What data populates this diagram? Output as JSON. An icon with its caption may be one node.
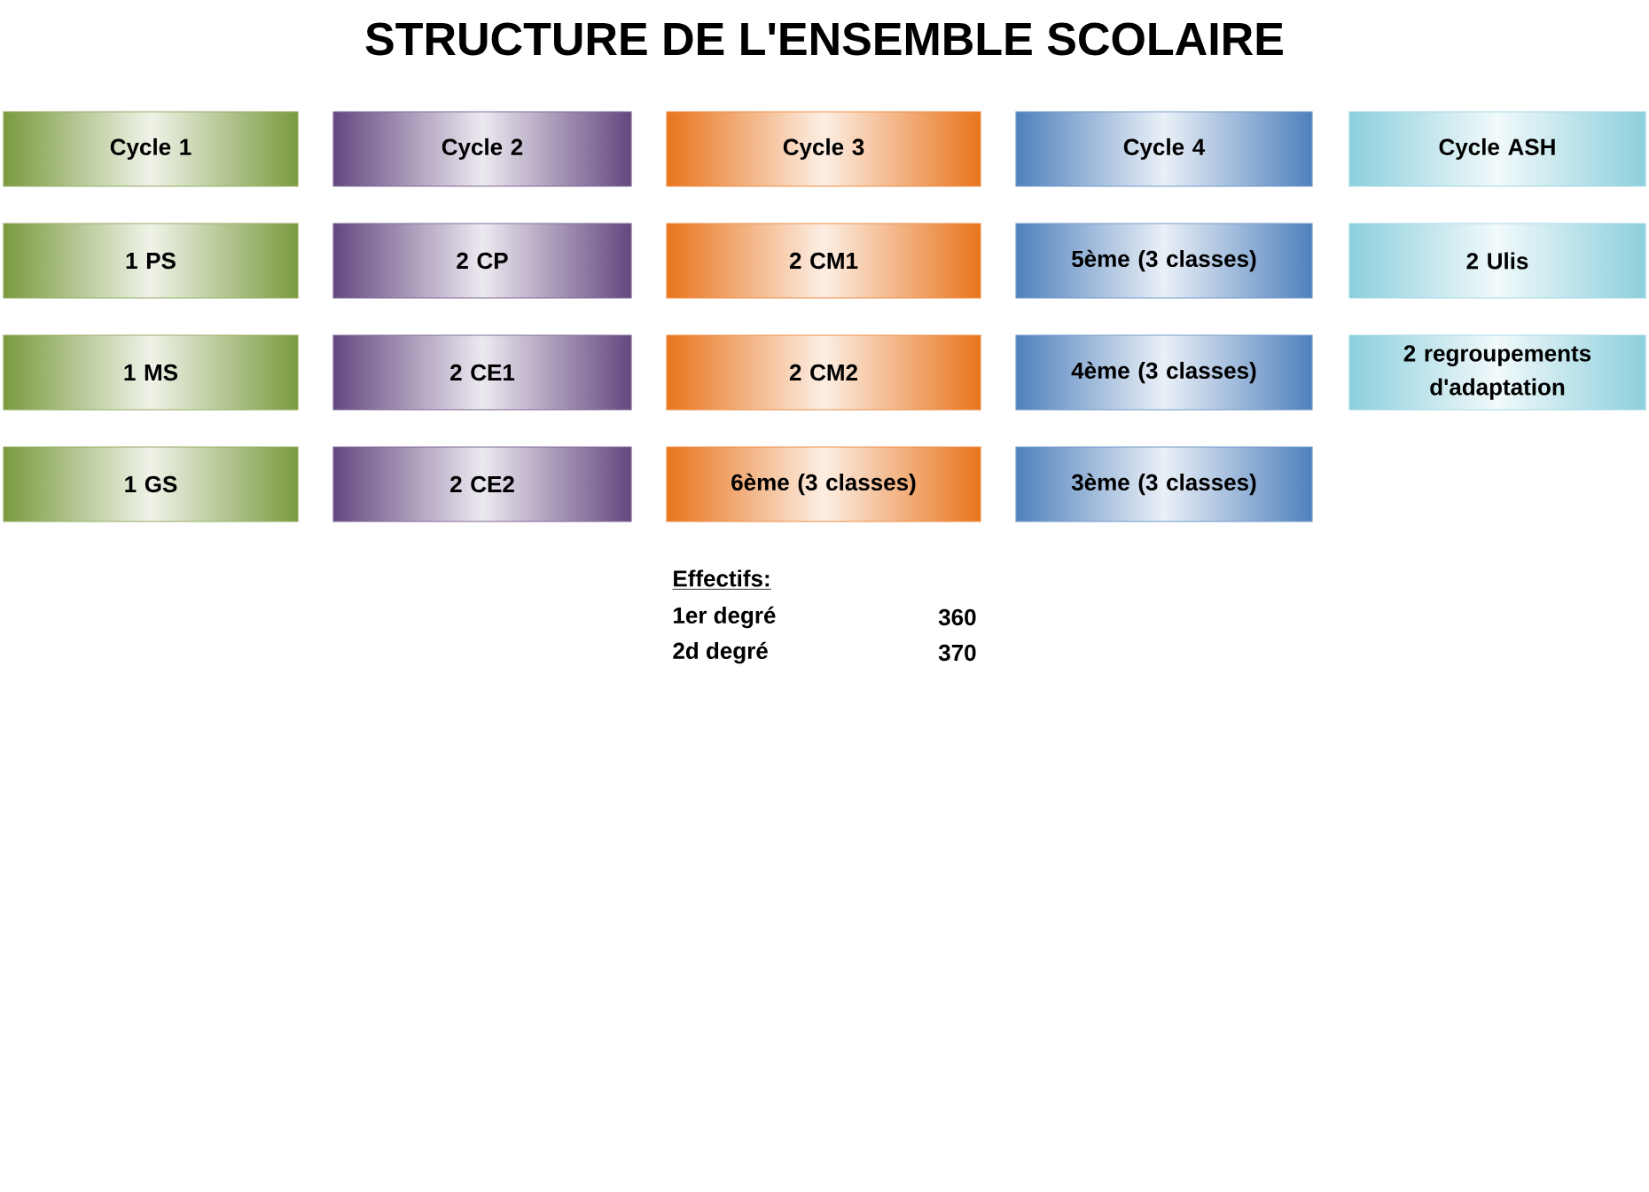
{
  "diagram": {
    "title": "STRUCTURE DE L'ENSEMBLE SCOLAIRE",
    "nodes": [
      {
        "text": [
          "Cycle 1"
        ]
      },
      {
        "text": [
          "Cycle 2"
        ]
      },
      {
        "text": [
          "Cycle 3"
        ]
      },
      {
        "text": [
          "Cycle 4"
        ]
      },
      {
        "text": [
          "Cycle ASH"
        ]
      },
      {
        "text": [
          "1  PS"
        ]
      },
      {
        "text": [
          "2 CP"
        ]
      },
      {
        "text": [
          "2 CM1"
        ]
      },
      {
        "text": [
          "5ème (3 classes)"
        ]
      },
      {
        "text": [
          "2 Ulis"
        ]
      },
      {
        "text": [
          "1 MS"
        ]
      },
      {
        "text": [
          "2 CE1"
        ]
      },
      {
        "text": [
          "2 CM2"
        ]
      },
      {
        "text": [
          "4ème (3 classes)"
        ]
      },
      {
        "text": [
          "2 regroupements d'adaptation"
        ]
      },
      {
        "text": [
          "1 GS"
        ]
      },
      {
        "text": [
          "2 CE2"
        ]
      },
      {
        "text": [
          "6ème (3 classes)"
        ]
      },
      {
        "text": [
          "3ème (3 classes)"
        ]
      }
    ],
    "labels": [
      "Effectifs:",
      "1er degré",
      "360",
      "2d degré",
      "370"
    ]
  }
}
